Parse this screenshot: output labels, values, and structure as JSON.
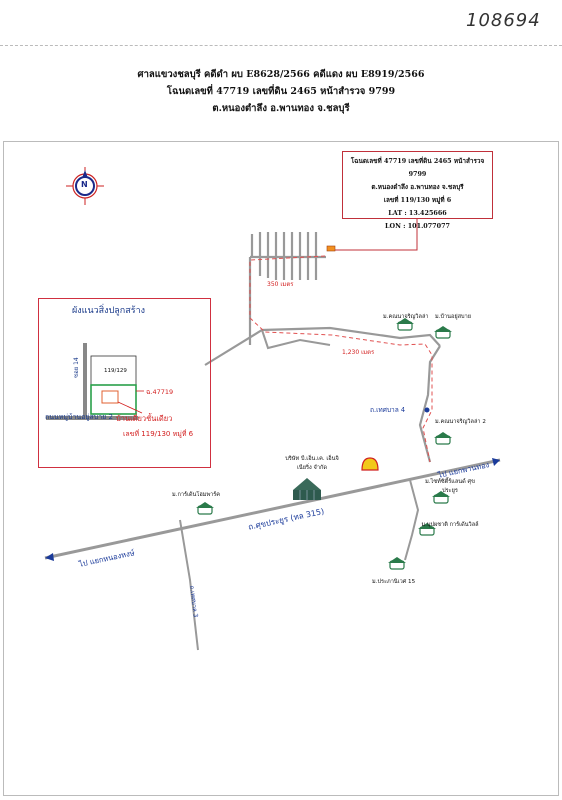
{
  "stamp_number": "108694",
  "header": {
    "line1": "ศาลแขวงชลบุรี คดีดำ ผบ E8628/2566 คดีแดง ผบ E8919/2566",
    "line2": "โฉนดเลขที่ 47719 เลขที่ดิน 2465 หน้าสำรวจ 9799",
    "line3": "ต.หนองตำลึง อ.พานทอง จ.ชลบุรี"
  },
  "compass": {
    "letter": "N"
  },
  "info_box": {
    "line1": "โฉนดเลขที่ 47719 เลขที่ดิน 2465 หน้าสำรวจ 9799",
    "line2": "ต.หนองตำลึง อ.พานทอง จ.ชลบุรี",
    "line3": "เลขที่ 119/130 หมู่ที่ 6",
    "lat": "LAT : 13.425666",
    "lon": "LON : 101.077077"
  },
  "inset": {
    "title": "ผังแนวสิ่งปลูกสร้าง",
    "plot_label": "119/129",
    "side_road": "ซอย 14",
    "main_road": "ถนนหมู่บ้านอยู่สบาย 2",
    "deed_label": "ฉ.47719",
    "house_label": "บ้านเดี่ยวชั้นเดียว",
    "house_number": "เลขที่ 119/130 หมู่ที่ 6"
  },
  "map": {
    "distance_1": "350 เมตร",
    "distance_2": "1,230 เมตร",
    "landmarks": {
      "kanchit_lada": "ม.คณนาจริญวิลล่า",
      "ban_yu_sabai": "ม.บ้านอยู่สบาย",
      "kanchit_lada_2": "ม.คณนาจริญวิลล่า 2",
      "company": "บริษัท บี.เอ็น.เค. เอ็นจิเนียริ่ง จำกัด",
      "garden_home": "ม.การ์เด้นโฮมพาร์ค",
      "sign_city": "ม.ไซท์ซิตี้ร์แลนด์ ศุขประยูร",
      "pruksachart": "ม.บุปผชาติ การ์เด้นวิลล์",
      "prapaniwet": "ม.ประภานิเวศ 15"
    },
    "roads": {
      "tessaban_4": "ถ.เทศบาล 4",
      "main_road": "ถ.ศุขประยูร (ทล 315)",
      "to_phanthong": "ไป แยกพานทอง",
      "to_nonghong": "ไป แยกหนองหงษ์",
      "tessaban_3": "ถ.เทศบาล 3"
    }
  }
}
